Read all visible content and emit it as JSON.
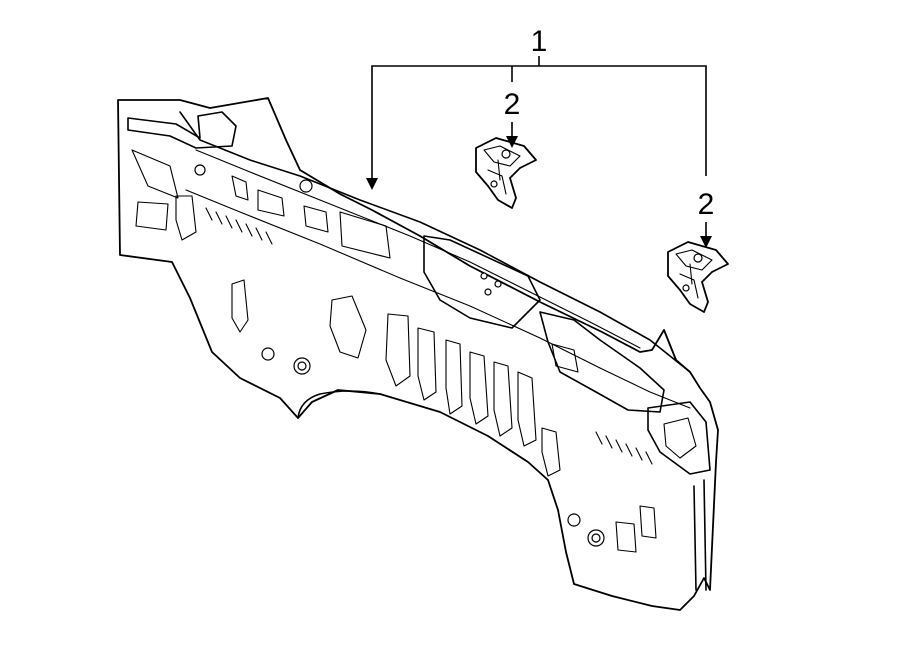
{
  "callouts": {
    "assembly": "1",
    "bracket_left": "2",
    "bracket_right": "2"
  },
  "colors": {
    "line": "#000000",
    "background": "#ffffff"
  }
}
